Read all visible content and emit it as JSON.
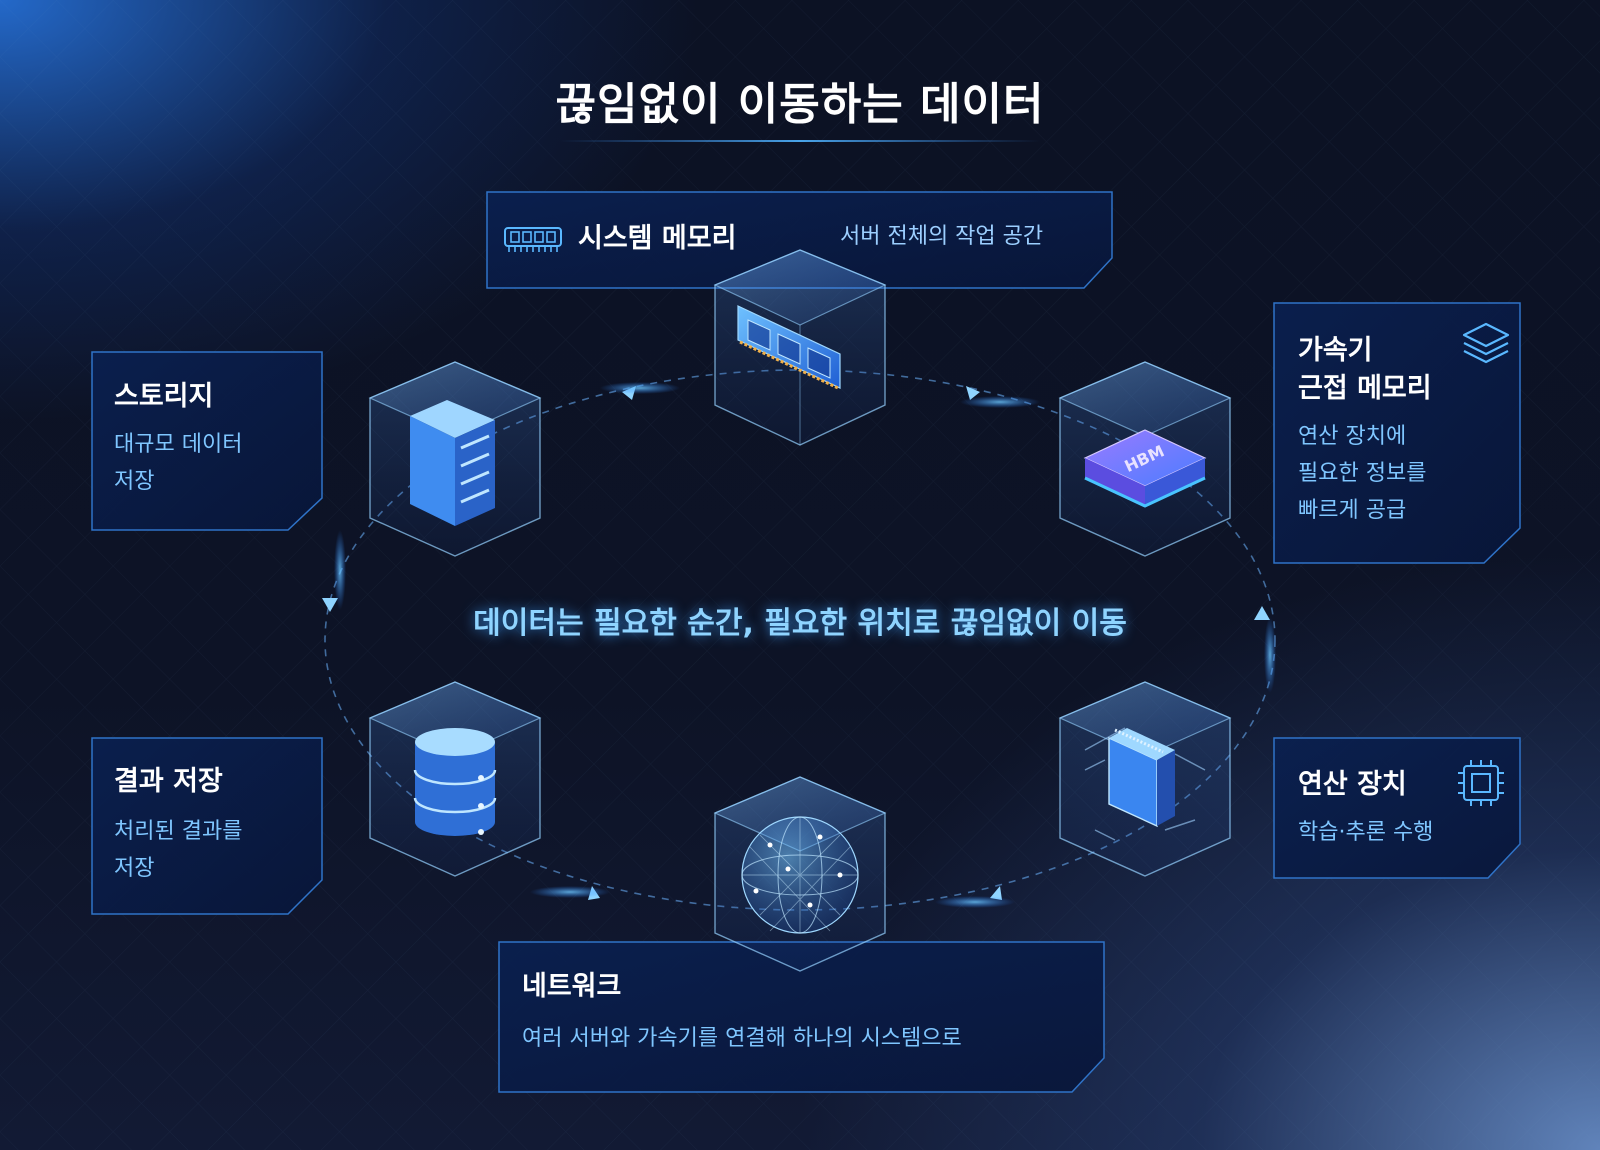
{
  "title": "끊임없이 이동하는 데이터",
  "center_message": "데이터는 필요한 순간, 필요한 위치로 끊임없이 이동",
  "colors": {
    "accent": "#3aa8ff",
    "label_blue": "#7fc6ff",
    "card_border": "#2f73c8"
  },
  "nodes": {
    "system_memory": {
      "title": "시스템 메모리",
      "desc": "서버 전체의 작업 공간",
      "icon": "memory-module-icon"
    },
    "accelerator_memory": {
      "title_line1": "가속기",
      "title_line2": "근접 메모리",
      "desc_line1": "연산 장치에",
      "desc_line2": "필요한 정보를",
      "desc_line3": "빠르게 공급",
      "icon": "stacked-layers-icon",
      "chip_label": "HBM"
    },
    "compute": {
      "title": "연산 장치",
      "desc": "학습·추론 수행",
      "icon": "chip-icon"
    },
    "network": {
      "title": "네트워크",
      "desc": "여러 서버와 가속기를 연결해 하나의 시스템으로",
      "icon": "globe-network-icon"
    },
    "result_storage": {
      "title": "결과 저장",
      "desc_line1": "처리된 결과를",
      "desc_line2": "저장",
      "icon": "database-icon"
    },
    "storage": {
      "title": "스토리지",
      "desc_line1": "대규모 데이터",
      "desc_line2": "저장",
      "icon": "server-rack-icon"
    }
  }
}
